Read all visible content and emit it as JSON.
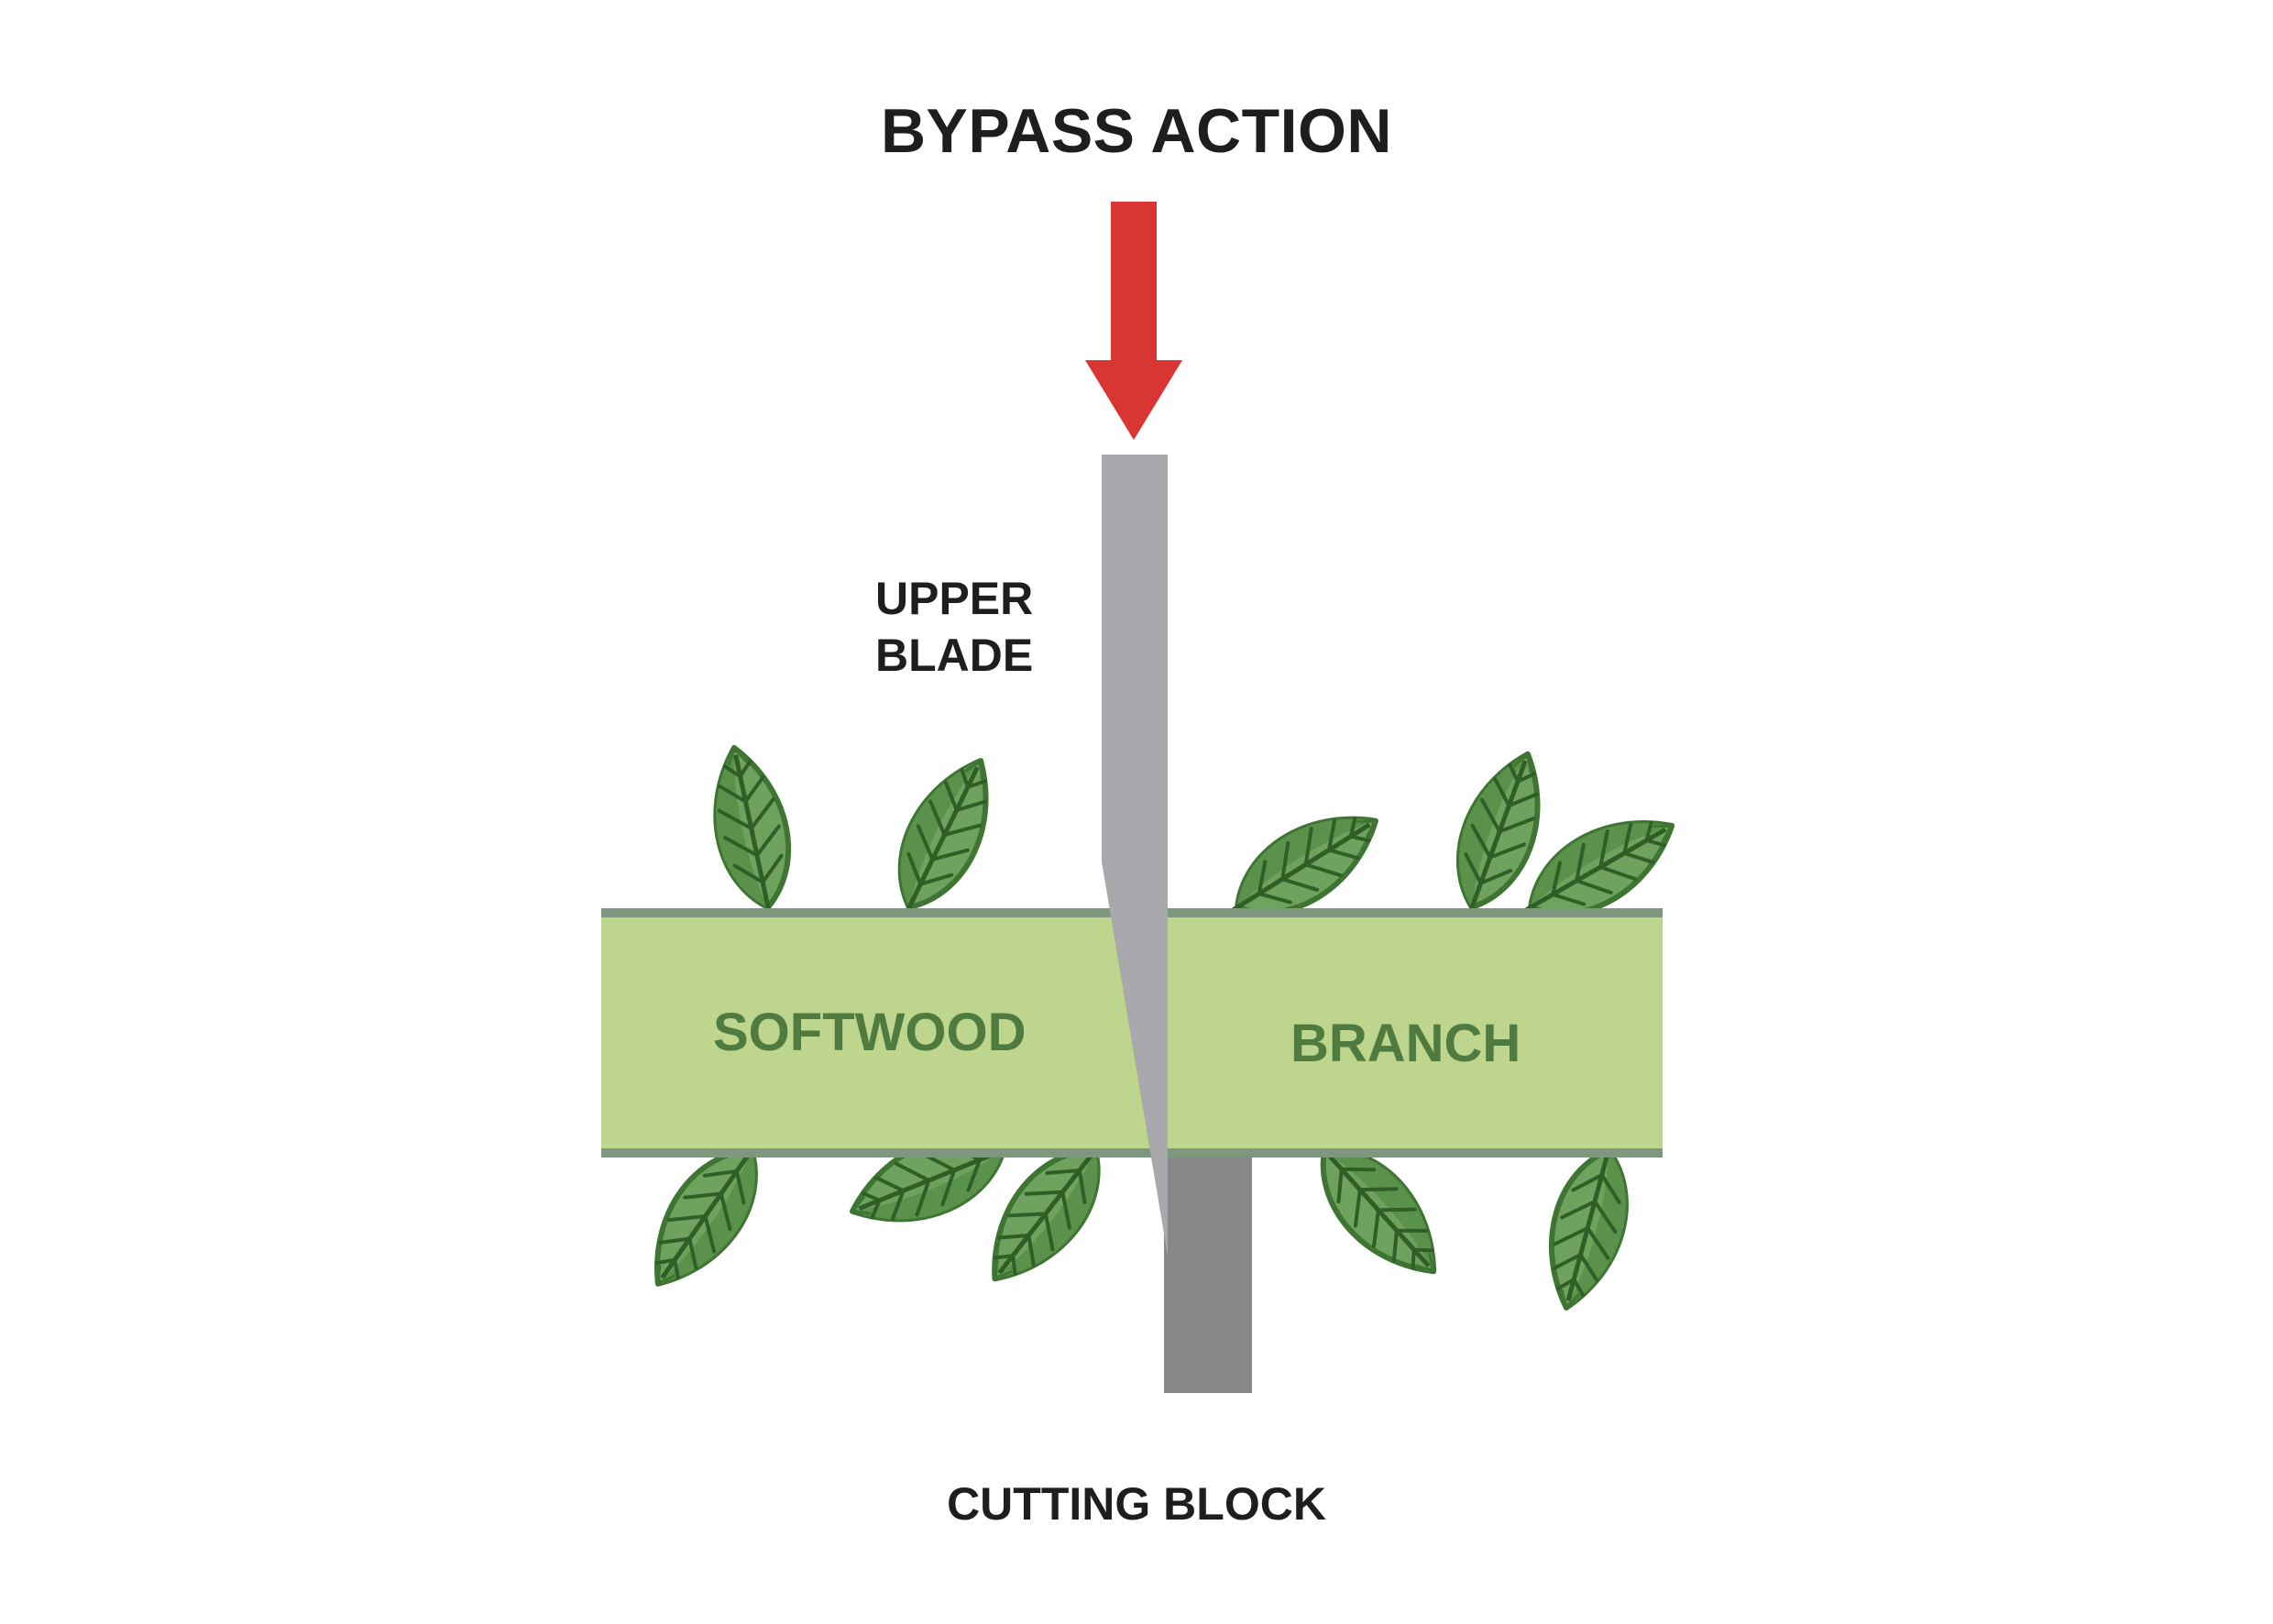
{
  "title": "BYPASS ACTION",
  "labels": {
    "upper_blade": [
      "UPPER",
      "BLADE"
    ],
    "softwood": "SOFTWOOD",
    "branch": "BRANCH",
    "cutting_block": "CUTTING BLOCK"
  },
  "colors": {
    "arrow": "#d93533",
    "upper_blade": "#a8a8ad",
    "cutting_block": "#878789",
    "branch_fill": "#bdd58d",
    "branch_edge": "#7f9680",
    "leaf_light": "#6fa25e",
    "leaf_dark": "#3e7533",
    "leaf_vein": "#2f5e27",
    "text_dark": "#1e1e1e",
    "text_green": "#4f7a40"
  }
}
